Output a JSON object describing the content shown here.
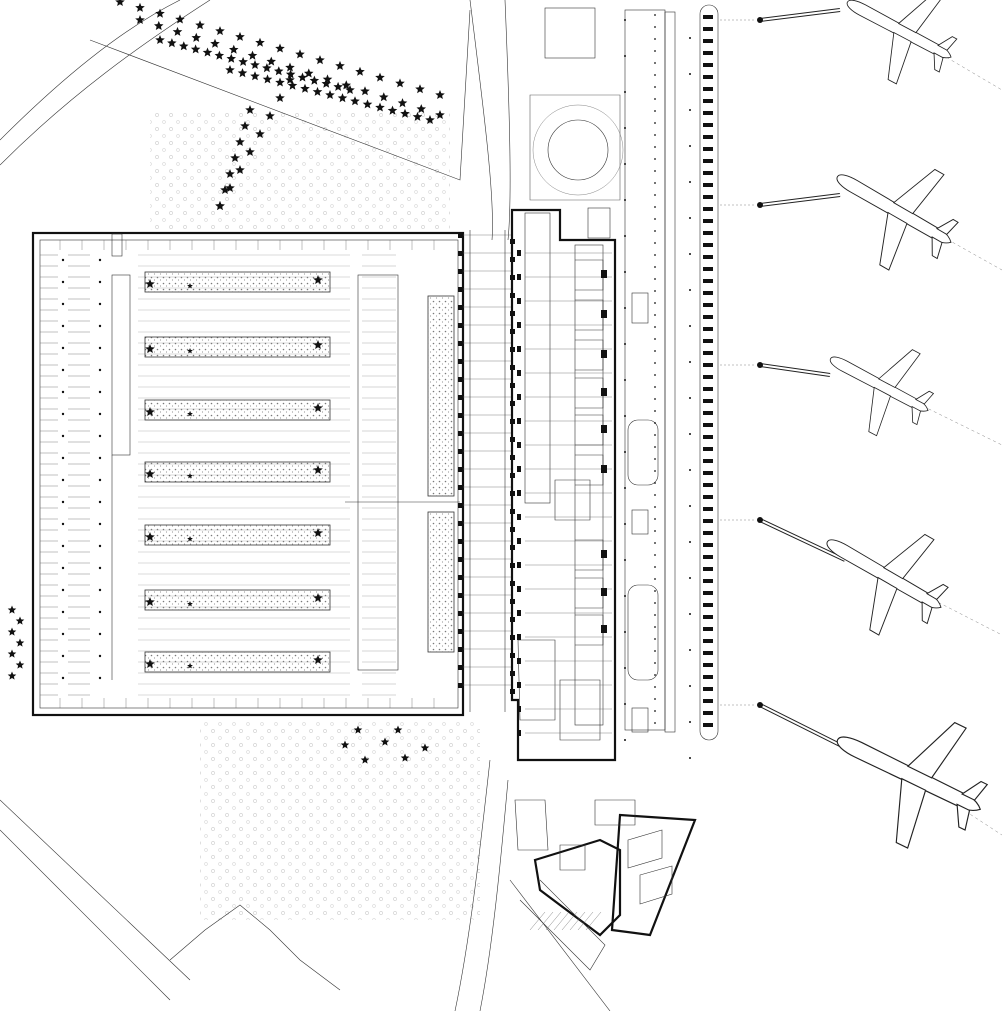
{
  "drawing": {
    "type": "site-plan",
    "subject": "",
    "colors": {
      "ink": "#111111",
      "paper": "#ffffff",
      "stipple": "#8a8a8a"
    },
    "counts": {
      "aircraft": 5,
      "jet_bridges": 5,
      "planted_parking_strips": 7,
      "courtyard_gardens": 2
    }
  }
}
